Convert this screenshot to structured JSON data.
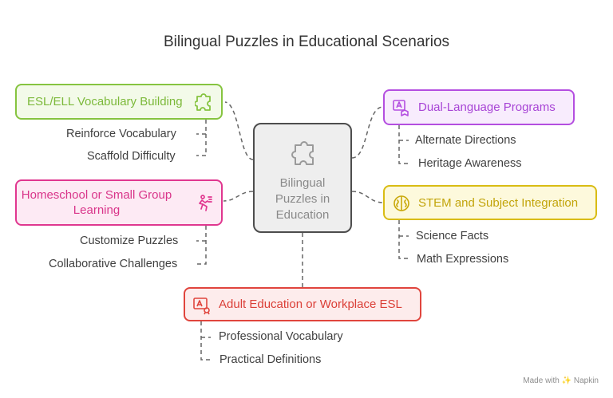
{
  "title": "Bilingual Puzzles in Educational Scenarios",
  "center": {
    "lines": [
      "Bilingual",
      "Puzzles in",
      "Education"
    ],
    "icon": "puzzle-icon"
  },
  "nodes": {
    "esl": {
      "label": "ESL/ELL Vocabulary Building",
      "icon": "puzzle-icon",
      "color": "#86c440",
      "bg": "#f3fae9",
      "items": [
        "Reinforce Vocabulary",
        "Scaffold Difficulty"
      ]
    },
    "homeschool": {
      "label_lines": [
        "Homeschool or Small Group",
        "Learning"
      ],
      "icon": "running-figure-icon",
      "color": "#e0378f",
      "bg": "#fdeaf4",
      "items": [
        "Customize Puzzles",
        "Collaborative Challenges"
      ]
    },
    "dual": {
      "label": "Dual-Language Programs",
      "icon": "translate-book-icon",
      "color": "#b44ee0",
      "bg": "#f8ecfd",
      "items": [
        "Alternate Directions",
        "Heritage Awareness"
      ]
    },
    "stem": {
      "label": "STEM and Subject Integration",
      "icon": "brain-icon",
      "color": "#d1b208",
      "bg": "#fdf9dc",
      "items": [
        "Science Facts",
        "Math Expressions"
      ]
    },
    "adult": {
      "label": "Adult Education or Workplace ESL",
      "icon": "translate-screen-icon",
      "color": "#e0453d",
      "bg": "#fdecec",
      "items": [
        "Professional Vocabulary",
        "Practical Definitions"
      ]
    }
  },
  "brand": "Made with ✨ Napkin"
}
